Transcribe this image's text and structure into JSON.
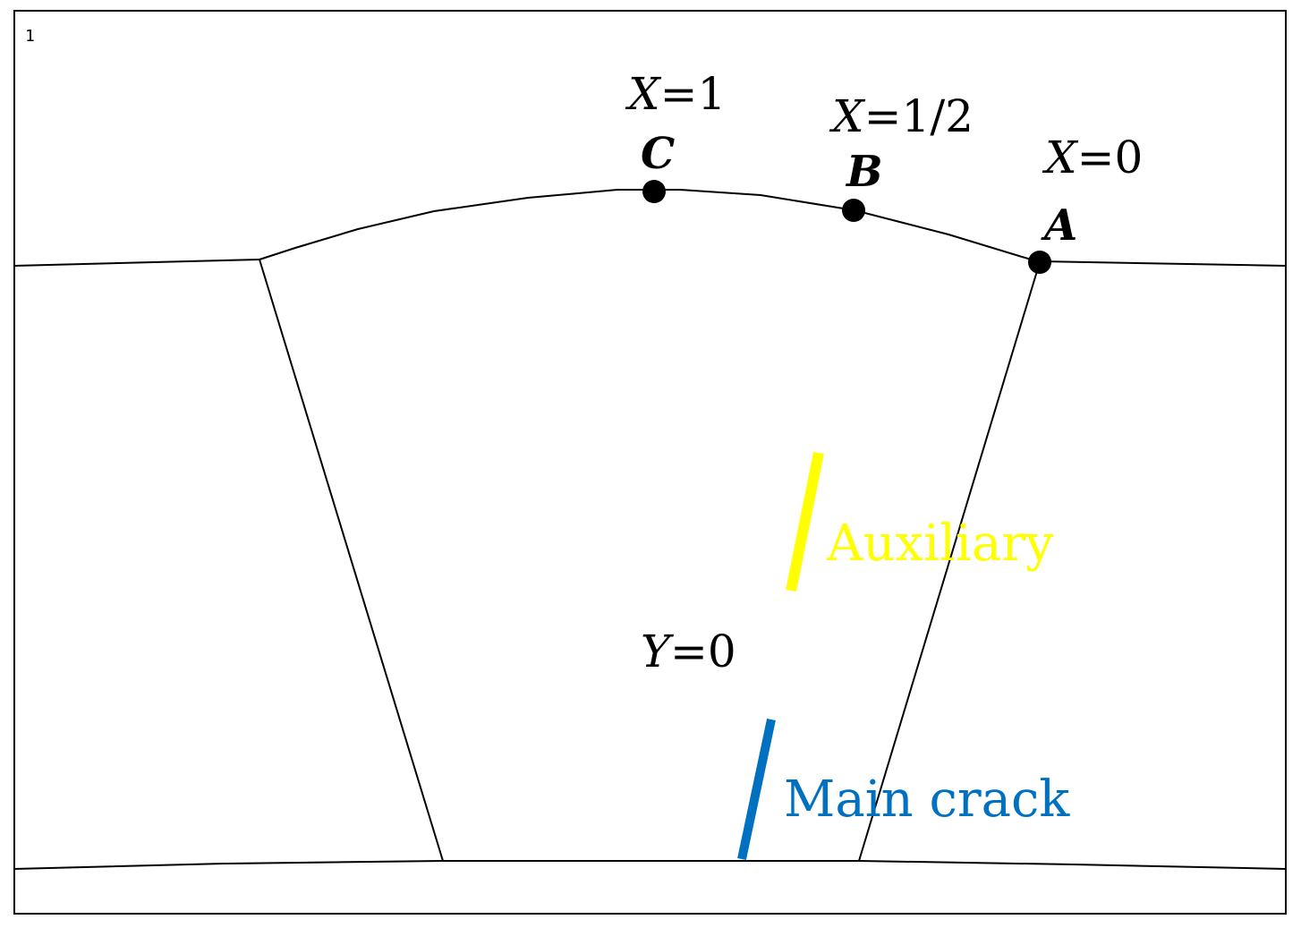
{
  "frame_label": "1",
  "labels": {
    "x_equals_1": {
      "var": "X",
      "eq": "=1"
    },
    "x_equals_half": {
      "var": "X",
      "eq": "=1/2"
    },
    "x_equals_0": {
      "var": "X",
      "eq": "=0"
    },
    "y_equals_0": {
      "var": "Y",
      "eq": "=0"
    }
  },
  "points": {
    "c": "C",
    "b": "B",
    "a": "A"
  },
  "cracks": {
    "auxiliary": {
      "label": "Auxiliary",
      "color": "#ffff00"
    },
    "main": {
      "label": "Main crack",
      "color": "#0070c0"
    }
  },
  "colors": {
    "line": "#000000",
    "background": "#ffffff"
  }
}
